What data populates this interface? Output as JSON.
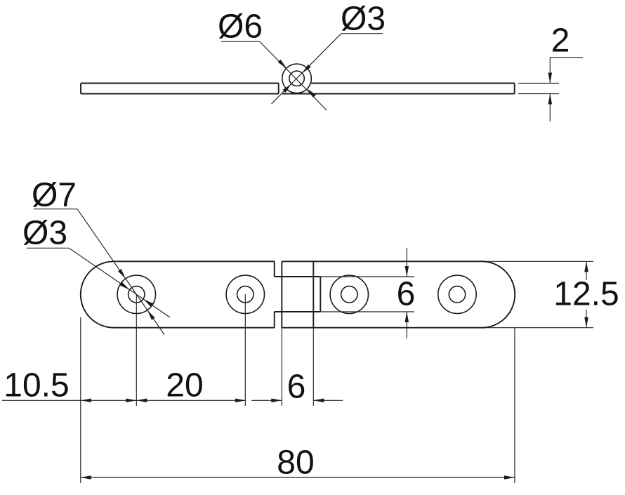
{
  "drawing": {
    "title": "hinge-two-view-dimensioned-drawing",
    "side_view": {
      "barrel_outer_diameter": "Ø6",
      "pin_hole_diameter": "Ø3",
      "plate_thickness": "2"
    },
    "plan_view": {
      "countersink_diameter": "Ø7",
      "screw_hole_diameter": "Ø3",
      "knuckle_width": "6",
      "leaf_width": "12.5"
    },
    "bottom_dimensions": {
      "end_to_first_hole": "10.5",
      "hole_spacing": "20",
      "joint_width": "6",
      "overall_length": "80"
    }
  },
  "colors": {
    "background": "#ffffff",
    "line": "#1b1b1b",
    "text": "#111111"
  }
}
